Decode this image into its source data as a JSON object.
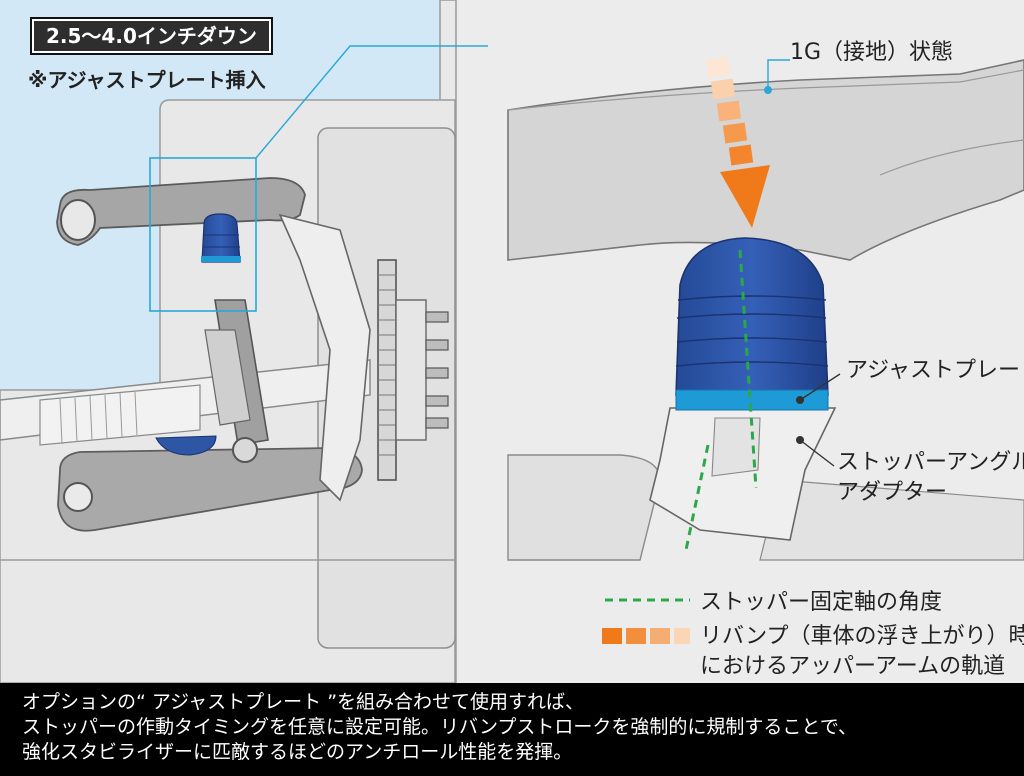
{
  "badge_text": "2.5〜4.0インチダウン",
  "note_text": "※アジャストプレート挿入",
  "callouts": {
    "one_g": "1G（接地）状態",
    "adjust_plate": "アジャストプレート",
    "stopper_adapter": "ストッパーアングル\nアダプター"
  },
  "legend": {
    "dashed_line": "ストッパー固定軸の角度",
    "orange_bar": "リバンプ（車体の浮き上がり）時\nにおけるアッパーアームの軌道"
  },
  "caption": {
    "line1": "オプションの“ アジャストプレート ”を組み合わせて使用すれば、",
    "line2": "ストッパーの作動タイミングを任意に設定可能。リバンプストロークを強制的に規制することで、",
    "line3": "強化スタビライザーに匹敵するほどのアンチロール性能を発揮。"
  },
  "colors": {
    "stopper_blue": "#2f55a5",
    "plate_cyan": "#1e9ad6",
    "arrow_orange": "#f07a1a",
    "dashed_green": "#2aa84a",
    "callout_line": "#29a8d8",
    "panel_bg": "#e6e6e6",
    "chassis_light": "#d4e9f6"
  }
}
